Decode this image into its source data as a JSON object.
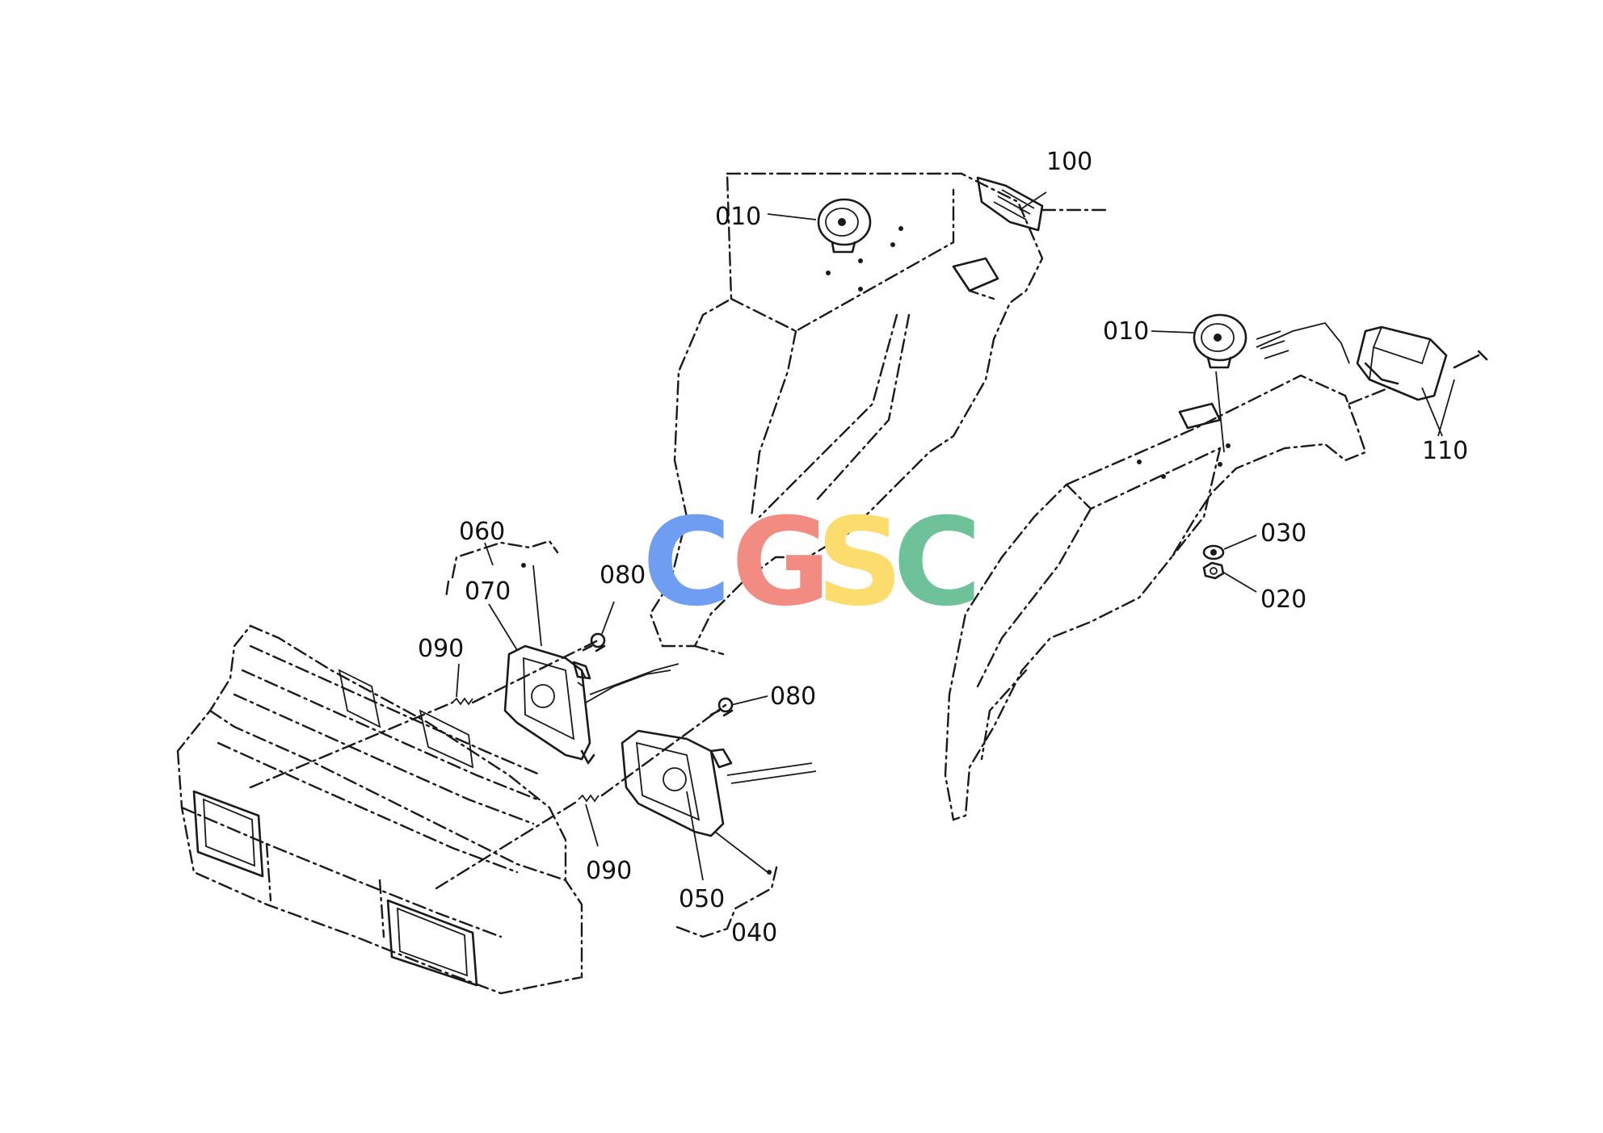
{
  "watermark": {
    "letters": [
      "C",
      "G",
      "S",
      "C"
    ],
    "colors": [
      "#6f9df2",
      "#f28b82",
      "#fddc6e",
      "#6fc19a"
    ]
  },
  "labels": {
    "l100": "100",
    "l010a": "010",
    "l010b": "010",
    "l110": "110",
    "l030": "030",
    "l020": "020",
    "l060": "060",
    "l070": "070",
    "l080a": "080",
    "l080b": "080",
    "l090a": "090",
    "l090b": "090",
    "l050": "050",
    "l040": "040"
  }
}
